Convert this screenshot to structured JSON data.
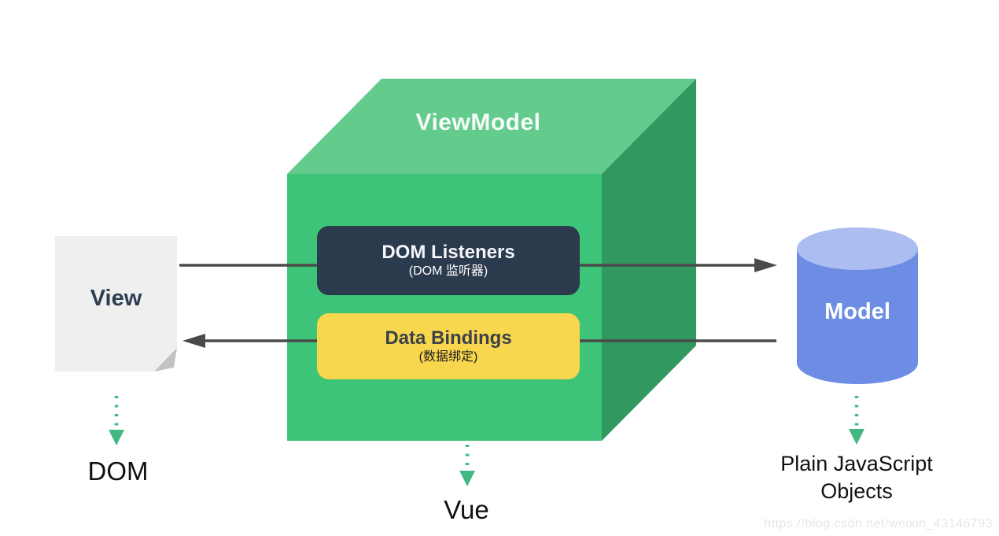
{
  "diagram": {
    "viewmodel": {
      "title": "ViewModel",
      "dom_listeners": {
        "label": "DOM Listeners",
        "sublabel": "(DOM 监听器)"
      },
      "data_bindings": {
        "label": "Data Bindings",
        "sublabel": "(数据绑定)"
      },
      "caption": "Vue"
    },
    "view": {
      "label": "View",
      "caption": "DOM"
    },
    "model": {
      "label": "Model",
      "caption": "Plain JavaScript Objects"
    },
    "watermark": "https://blog.csdn.net/weixin_43146793",
    "colors": {
      "cube_top": "#63cc8d",
      "cube_front": "#3ec478",
      "cube_side": "#31985f",
      "listeners_box": "#2c3a4e",
      "bindings_box": "#f8d64e",
      "model_body": "#6d8de4",
      "model_top": "#abbdf1",
      "note_fill": "#efefef",
      "note_fold": "#c3c3c3",
      "arrow": "#4a4a4a",
      "dotted_arrow": "#42b983"
    }
  }
}
